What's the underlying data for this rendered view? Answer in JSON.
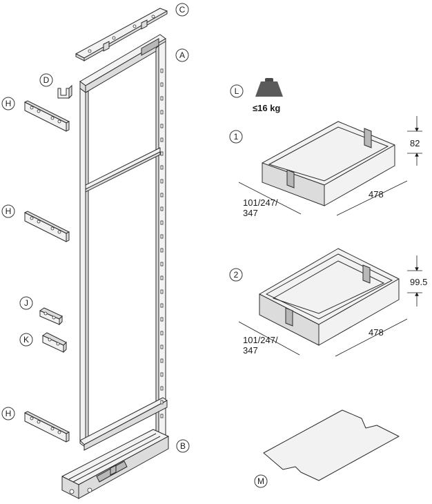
{
  "callouts": {
    "C": "C",
    "A": "A",
    "D": "D",
    "H_top": "H",
    "H_mid": "H",
    "H_bottom": "H",
    "J": "J",
    "K": "K",
    "B": "B",
    "L": "L",
    "M": "M",
    "tray1": "1",
    "tray2": "2"
  },
  "load": {
    "label": "≤16 kg"
  },
  "tray1": {
    "height": "82",
    "length": "478",
    "width_line1": "101/247/",
    "width_line2": "347"
  },
  "tray2": {
    "height": "99.5",
    "length": "478",
    "width_line1": "101/247/",
    "width_line2": "347"
  }
}
